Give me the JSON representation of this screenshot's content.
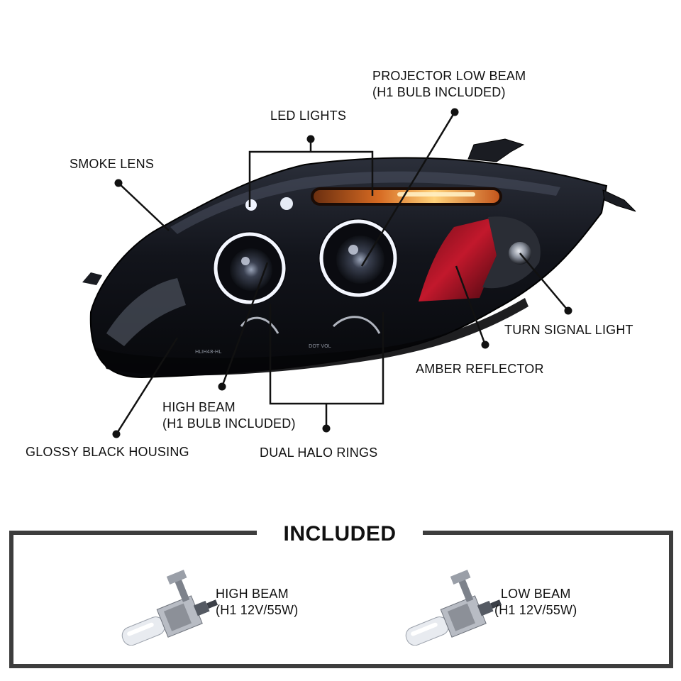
{
  "callouts": {
    "projector_low_beam": [
      "PROJECTOR LOW BEAM",
      "(H1 BULB INCLUDED)"
    ],
    "led_lights": "LED LIGHTS",
    "smoke_lens": "SMOKE LENS",
    "turn_signal_light": "TURN SIGNAL LIGHT",
    "amber_reflector": "AMBER REFLECTOR",
    "high_beam": [
      "HIGH BEAM",
      "(H1 BULB INCLUDED)"
    ],
    "glossy_black_housing": "GLOSSY BLACK HOUSING",
    "dual_halo_rings": "DUAL HALO RINGS"
  },
  "included": {
    "title": "INCLUDED",
    "items": [
      {
        "name": "HIGH BEAM",
        "spec": "(H1 12V/55W)"
      },
      {
        "name": "LOW BEAM",
        "spec": "(H1 12V/55W)"
      }
    ]
  },
  "colors": {
    "frame": "#3d3d3d",
    "housing": "#101218",
    "led_glow": "#ffb84d",
    "amber_reflector": "#b3172a",
    "halo": "#f4f7ff"
  }
}
